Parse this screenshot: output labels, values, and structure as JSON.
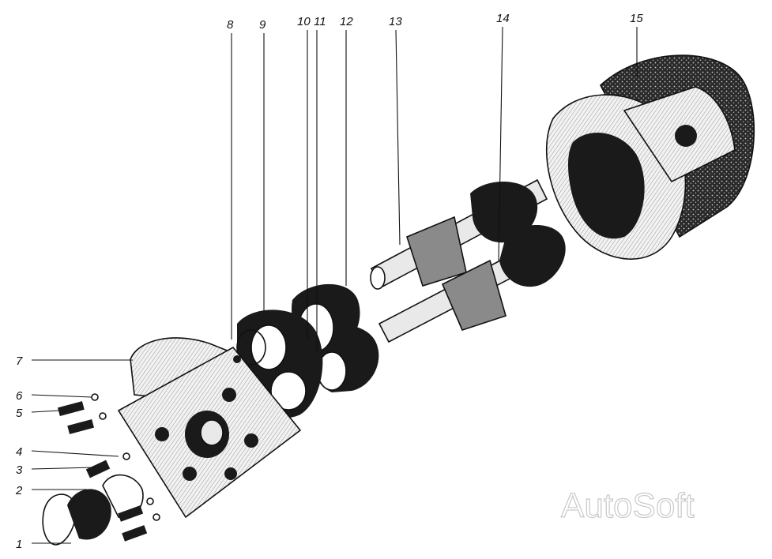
{
  "diagram": {
    "labels": [
      "1",
      "2",
      "3",
      "4",
      "5",
      "6",
      "7",
      "8",
      "9",
      "10",
      "11",
      "12",
      "13",
      "14",
      "15"
    ]
  },
  "watermark": "AutoSoft"
}
